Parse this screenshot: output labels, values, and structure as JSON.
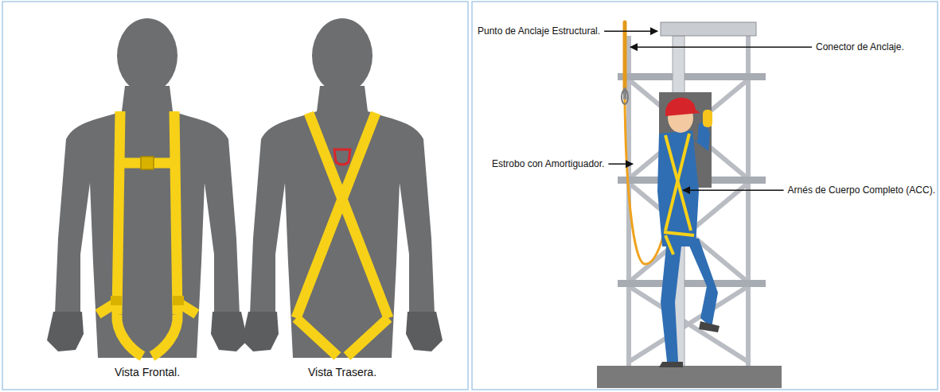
{
  "diagram": {
    "labels": [
      "Vista Frontal.",
      "Vista Trasera.",
      "Punto de Anclaje Estructural.",
      "Conector de Anclaje.",
      "Estrobo con Amortiguador.",
      "Arnés de Cuerpo Completo (ACC)."
    ]
  }
}
